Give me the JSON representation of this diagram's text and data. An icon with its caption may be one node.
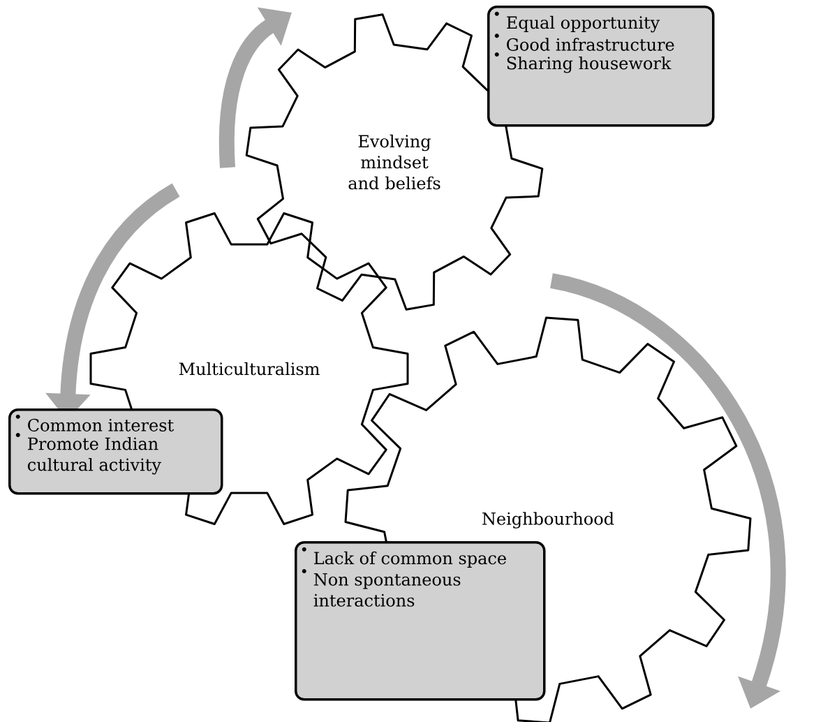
{
  "diagram": {
    "nodes": [
      {
        "text": [
          "Evolving mindset and beliefs"
        ]
      },
      {
        "text": [
          "Equal opportunity",
          "Good infrastructure",
          "Sharing housework"
        ]
      },
      {
        "text": [
          "Multiculturalism"
        ]
      },
      {
        "text": [
          "Common interest",
          "Promote Indian cultural activity"
        ]
      },
      {
        "text": [
          "Neighbourhood"
        ]
      },
      {
        "text": [
          "Lack of common space",
          "Non spontaneous interactions"
        ]
      }
    ]
  }
}
